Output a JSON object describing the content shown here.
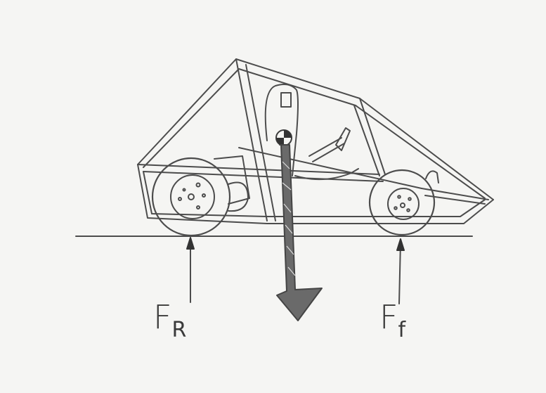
{
  "diagram": {
    "type": "free-body sketch",
    "subject": "buggy vehicle with roll cage, side view",
    "stroke_color": "#4a4a4a",
    "background": "#f5f5f3",
    "forces": [
      {
        "id": "rear",
        "symbol": "F",
        "subscript": "R",
        "direction": "up",
        "at": "rear wheel contact"
      },
      {
        "id": "weight",
        "symbol": "",
        "subscript": "",
        "direction": "down",
        "at": "center of gravity"
      },
      {
        "id": "front",
        "symbol": "F",
        "subscript": "f",
        "direction": "up",
        "at": "front wheel contact"
      }
    ],
    "elements": [
      "ground-line",
      "rear-wheel",
      "front-wheel",
      "roll-cage-frame",
      "driver-seat",
      "steering-wheel",
      "center-of-gravity-marker"
    ]
  }
}
